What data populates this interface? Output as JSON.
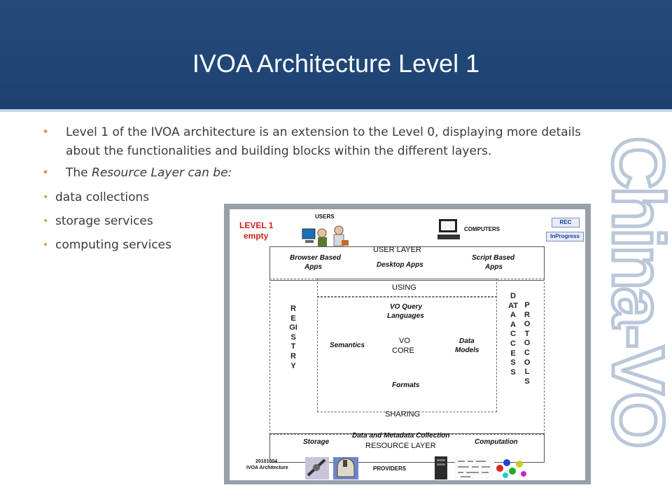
{
  "slide": {
    "title": "IVOA Architecture Level 1",
    "bullets": [
      "Level 1 of the IVOA architecture is an extension to the Level 0, displaying more details about the functionalities and building blocks within the different layers.",
      "The Resource Layer can be:"
    ],
    "bullet2_prefix": "The ",
    "bullet2_italic": "Resource Layer can be:",
    "sub_bullets": [
      "data collections",
      "storage services",
      "computing services"
    ],
    "watermark_text": "China-VO"
  },
  "figure": {
    "level_label_1": "LEVEL 1",
    "level_label_2": "empty",
    "users": "USERS",
    "computers": "COMPUTERS",
    "badge_rec": "REC",
    "badge_inprogress": "InProgress",
    "user_layer": "USER LAYER",
    "browser_apps_1": "Browser Based",
    "browser_apps_2": "Apps",
    "desktop_apps": "Desktop Apps",
    "script_apps_1": "Script Based",
    "script_apps_2": "Apps",
    "using": "USING",
    "registry": "REGISTRY",
    "data_access": "DATA ACCESS",
    "protocols": "PROTOCOLS",
    "vo_query_1": "VO Query",
    "vo_query_2": "Languages",
    "semantics": "Semantics",
    "vo_core_1": "VO",
    "vo_core_2": "CORE",
    "data_models_1": "Data",
    "data_models_2": "Models",
    "formats": "Formats",
    "sharing": "SHARING",
    "data_metadata": "Data and Metadata Collection",
    "resource_layer": "RESOURCE LAYER",
    "storage": "Storage",
    "computation": "Computation",
    "date_code": "20101004",
    "arch_label": "IVOA Architecture",
    "providers": "PROVIDERS"
  },
  "colors": {
    "header": "#1f4576",
    "bullet": "#d79a47",
    "level_red": "#d0201a",
    "watermark": "#b9c7d9"
  }
}
